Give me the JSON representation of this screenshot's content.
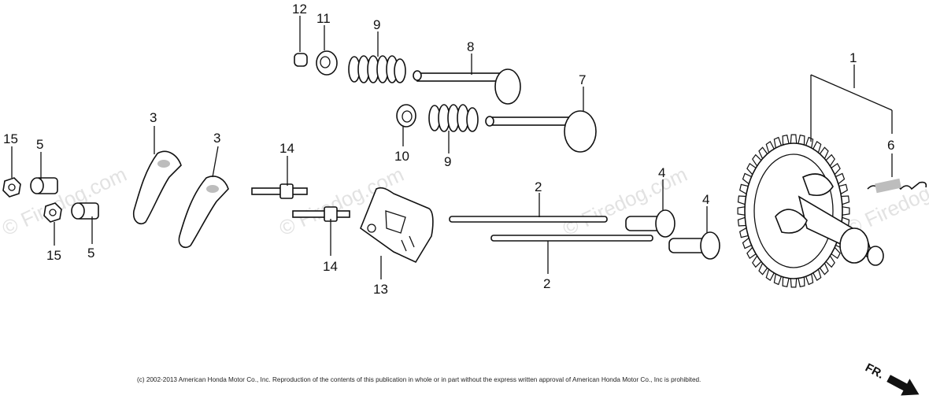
{
  "callouts": {
    "n1": "1",
    "n2a": "2",
    "n2b": "2",
    "n3a": "3",
    "n3b": "3",
    "n4a": "4",
    "n4b": "4",
    "n5a": "5",
    "n5b": "5",
    "n6": "6",
    "n7": "7",
    "n8": "8",
    "n9a": "9",
    "n9b": "9",
    "n10": "10",
    "n11": "11",
    "n12": "12",
    "n13": "13",
    "n14a": "14",
    "n14b": "14",
    "n15a": "15",
    "n15b": "15"
  },
  "watermark": "© Firedog.com",
  "copyright": "(c) 2002-2013 American Honda Motor Co., Inc. Reproduction of the contents of this publication in whole or in part without the express written approval of American Honda Motor Co., Inc is prohibited.",
  "direction_label": "FR."
}
